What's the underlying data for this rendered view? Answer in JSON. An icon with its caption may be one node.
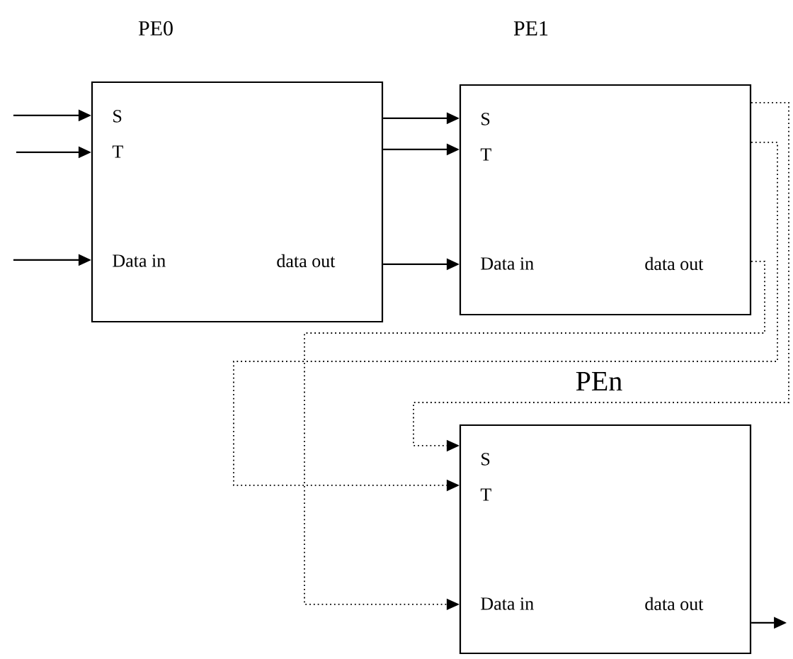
{
  "diagram": {
    "nodes": [
      {
        "text": [
          "PE0",
          "S",
          "T",
          "Data in",
          "data out"
        ]
      },
      {
        "text": [
          "PE1",
          "S",
          "T",
          "Data in",
          "data out"
        ]
      },
      {
        "text": [
          "PEn",
          "S",
          "T",
          "Data in",
          "data out"
        ]
      }
    ],
    "edges": [
      {
        "from": null,
        "to": 0,
        "arrow": "to"
      },
      {
        "from": null,
        "to": 0,
        "arrow": "to"
      },
      {
        "from": null,
        "to": 0,
        "arrow": "to"
      },
      {
        "from": 0,
        "to": 1,
        "arrow": "to"
      },
      {
        "from": 0,
        "to": 1,
        "arrow": "to"
      },
      {
        "from": 0,
        "to": 1,
        "arrow": "to"
      },
      {
        "from": 1,
        "to": 2,
        "arrow": "to",
        "style": "dashed"
      },
      {
        "from": 1,
        "to": 2,
        "arrow": "to",
        "style": "dashed"
      },
      {
        "from": 1,
        "to": 2,
        "arrow": "to",
        "style": "dashed"
      },
      {
        "from": 2,
        "to": null,
        "arrow": "to"
      }
    ]
  }
}
